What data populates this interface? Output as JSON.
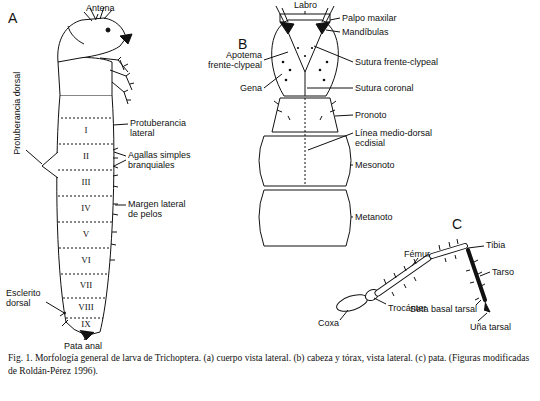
{
  "diagram": {
    "caption": "Fig. 1. Morfología general de larva de Trichoptera. (a) cuerpo vista lateral. (b) cabeza y tórax, vista lateral. (c) pata. (Figuras modificadas de Roldán-Pérez 1996).",
    "labels": [
      "A",
      "Antena",
      "Protuberancia dorsal",
      "Protuberancia lateral",
      "I",
      "II",
      "Agallas simples branquiales",
      "III",
      "Margen lateral de pelos",
      "IV",
      "V",
      "VI",
      "VII",
      "VIII",
      "Esclerito dorsal",
      "IX",
      "Pata anal",
      "B",
      "Labro",
      "Palpo maxilar",
      "Mandíbulas",
      "Apotema frente-clypeal",
      "Sutura frente-clypeal",
      "Gena",
      "Sutura coronal",
      "Pronoto",
      "Línea medio-dorsal ecdisial",
      "Mesonoto",
      "Metanoto",
      "C",
      "Tibia",
      "Fémur",
      "Tarso",
      "Trocánter",
      "Seta basal tarsal",
      "Coxa",
      "Uña tarsal"
    ]
  }
}
